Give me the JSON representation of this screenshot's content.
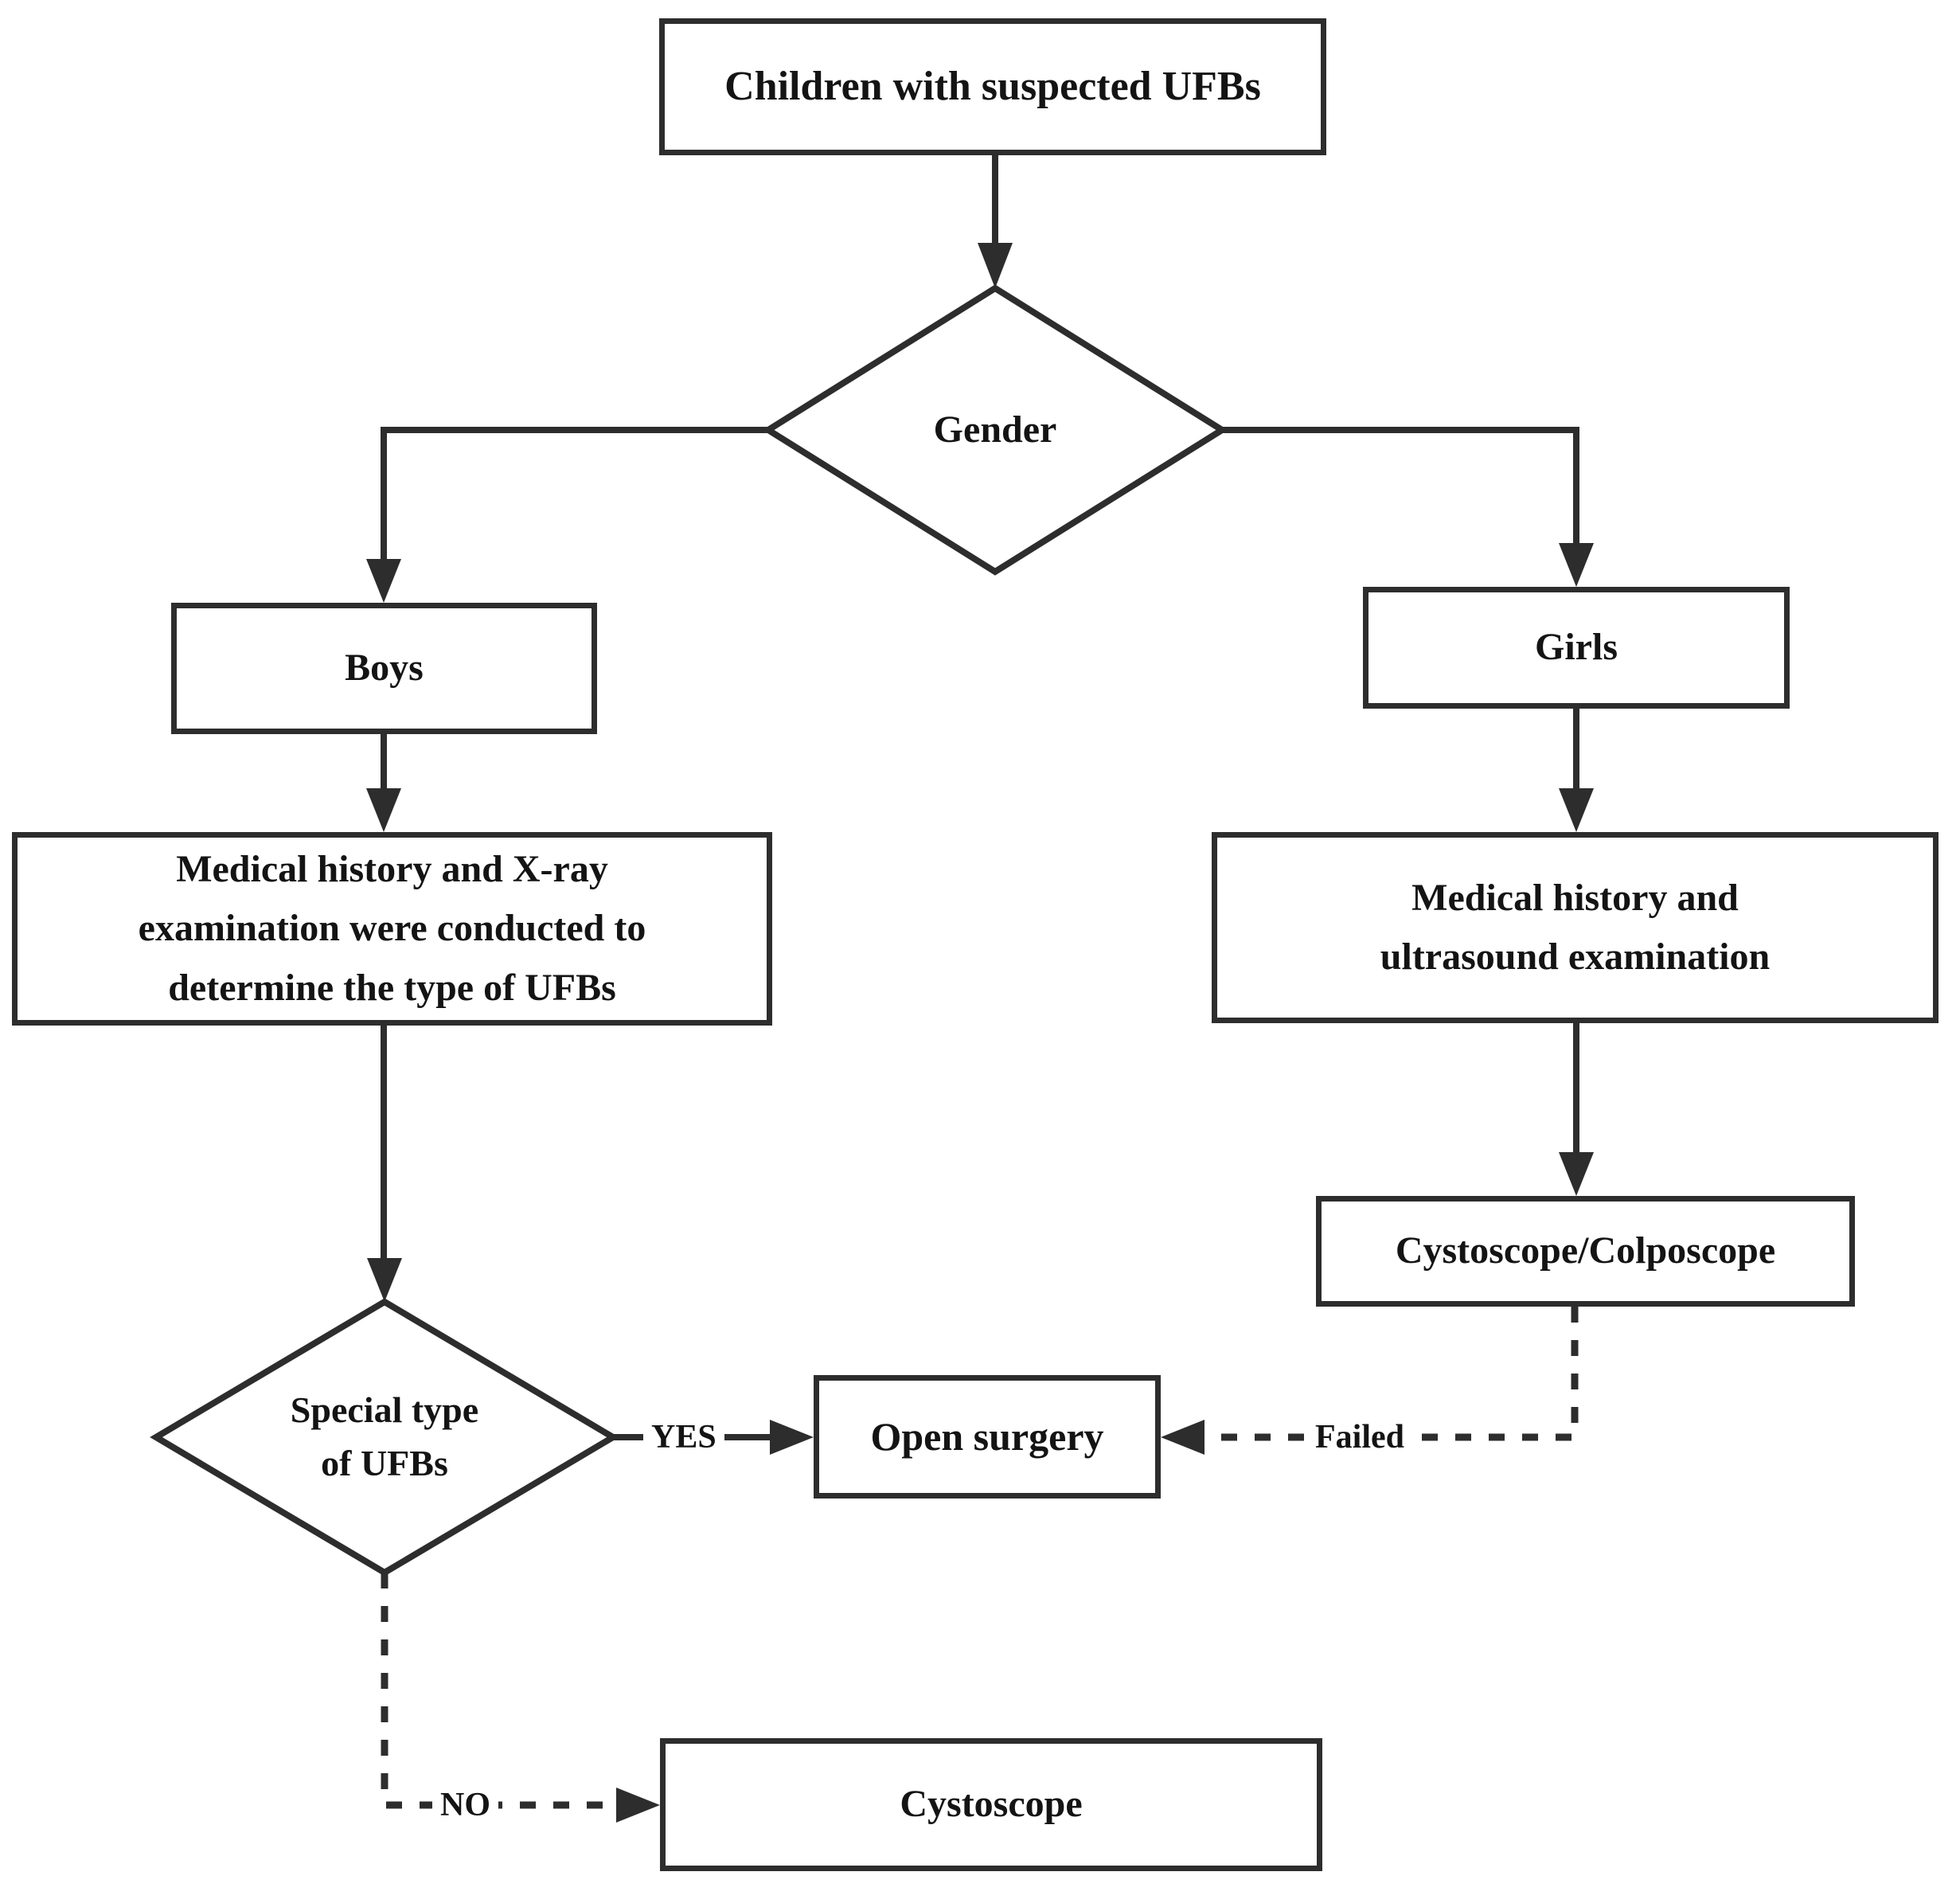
{
  "diagram": {
    "type": "flowchart",
    "background": "#ffffff",
    "line_color": "#2d2d2d",
    "text_color": "#141414",
    "node_fill": "#ffffff",
    "nodes": {
      "start": {
        "label": "Children with suspected UFBs",
        "shape": "rect"
      },
      "gender": {
        "label": "Gender",
        "shape": "diamond"
      },
      "boys": {
        "label": "Boys",
        "shape": "rect"
      },
      "girls": {
        "label": "Girls",
        "shape": "rect"
      },
      "boys_exam": {
        "label": "Medical history and X-ray\nexamination were conducted to\ndetermine the type of UFBs",
        "shape": "rect"
      },
      "girls_exam": {
        "label": "Medical history and\nultrasound examination",
        "shape": "rect"
      },
      "cysto_colpo": {
        "label": "Cystoscope/Colposcope",
        "shape": "rect"
      },
      "special_type": {
        "label": "Special type\nof UFBs",
        "shape": "diamond"
      },
      "open_surgery": {
        "label": "Open surgery",
        "shape": "rect"
      },
      "cystoscope": {
        "label": "Cystoscope",
        "shape": "rect"
      }
    },
    "edge_labels": {
      "yes": "YES",
      "no": "NO",
      "failed": "Failed"
    },
    "edges": [
      {
        "from": "start",
        "to": "gender",
        "style": "solid"
      },
      {
        "from": "gender",
        "to": "boys",
        "style": "solid"
      },
      {
        "from": "gender",
        "to": "girls",
        "style": "solid"
      },
      {
        "from": "boys",
        "to": "boys_exam",
        "style": "solid"
      },
      {
        "from": "boys_exam",
        "to": "special_type",
        "style": "solid"
      },
      {
        "from": "special_type",
        "to": "open_surgery",
        "style": "solid",
        "label_key": "yes"
      },
      {
        "from": "special_type",
        "to": "cystoscope",
        "style": "dashed",
        "label_key": "no"
      },
      {
        "from": "girls",
        "to": "girls_exam",
        "style": "solid"
      },
      {
        "from": "girls_exam",
        "to": "cysto_colpo",
        "style": "solid"
      },
      {
        "from": "cysto_colpo",
        "to": "open_surgery",
        "style": "dashed",
        "label_key": "failed"
      }
    ]
  }
}
